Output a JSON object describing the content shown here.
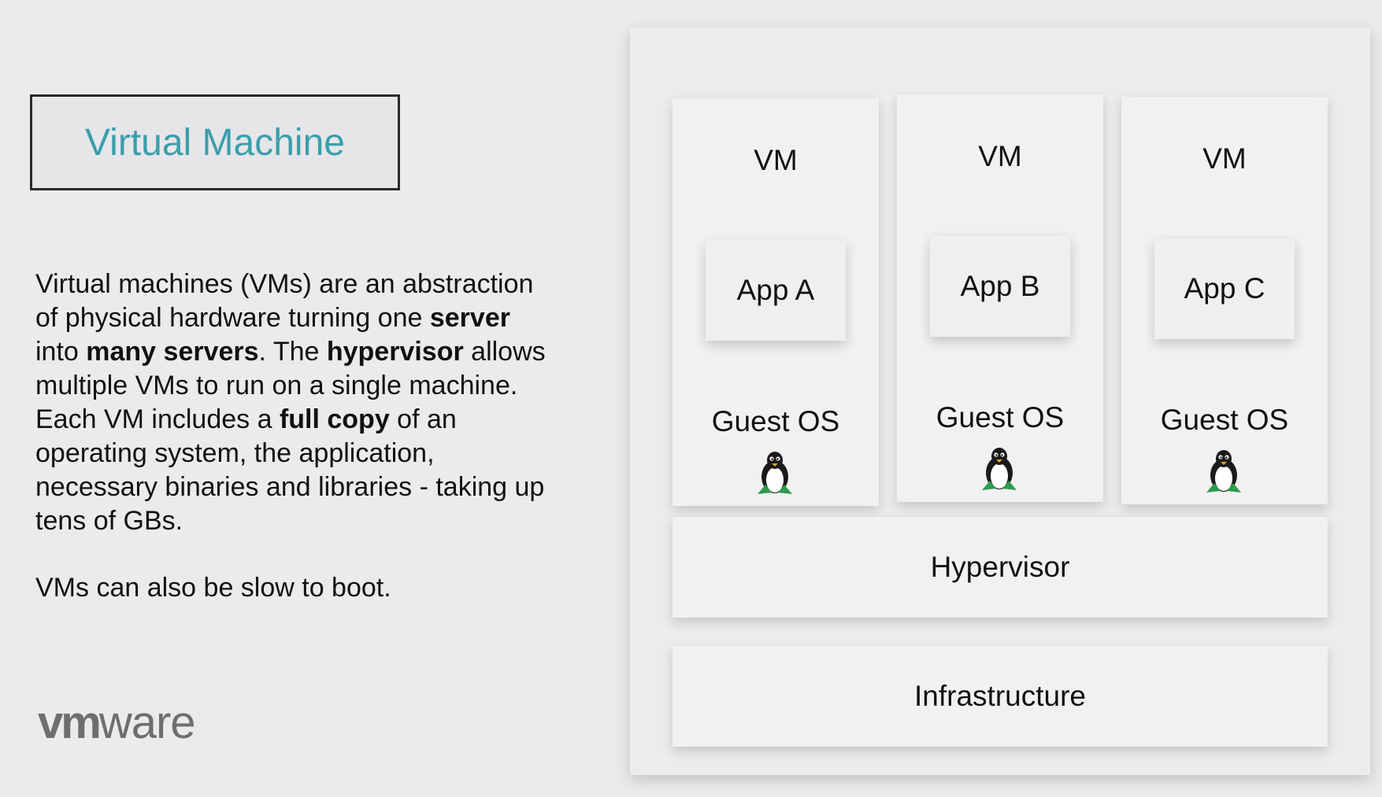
{
  "title": "Virtual Machine",
  "description": {
    "p1": [
      {
        "text": "Virtual machines (VMs) are an abstraction of physical hardware turning one ",
        "bold": false
      },
      {
        "text": "server",
        "bold": true
      },
      {
        "text": " into ",
        "bold": false
      },
      {
        "text": "many servers",
        "bold": true
      },
      {
        "text": ". The ",
        "bold": false
      },
      {
        "text": "hypervisor",
        "bold": true
      },
      {
        "text": " allows multiple VMs to run on a single machine. Each VM includes a ",
        "bold": false
      },
      {
        "text": "full copy",
        "bold": true
      },
      {
        "text": " of an operating system, the application, necessary binaries and libraries - taking up tens of GBs.",
        "bold": false
      }
    ],
    "p2": "VMs can also be slow to boot."
  },
  "logo": {
    "vm": "vm",
    "ware": "ware"
  },
  "diagram": {
    "vms": [
      {
        "label": "VM",
        "app": "App A",
        "os": "Guest OS",
        "os_icon": "linux-penguin-icon"
      },
      {
        "label": "VM",
        "app": "App B",
        "os": "Guest OS",
        "os_icon": "linux-penguin-icon"
      },
      {
        "label": "VM",
        "app": "App C",
        "os": "Guest OS",
        "os_icon": "linux-penguin-icon"
      }
    ],
    "hypervisor": "Hypervisor",
    "infrastructure": "Infrastructure"
  },
  "colors": {
    "title": "#3a9fab",
    "logo": "#6e6e6e",
    "penguin_feet": "#2e9a4e"
  }
}
